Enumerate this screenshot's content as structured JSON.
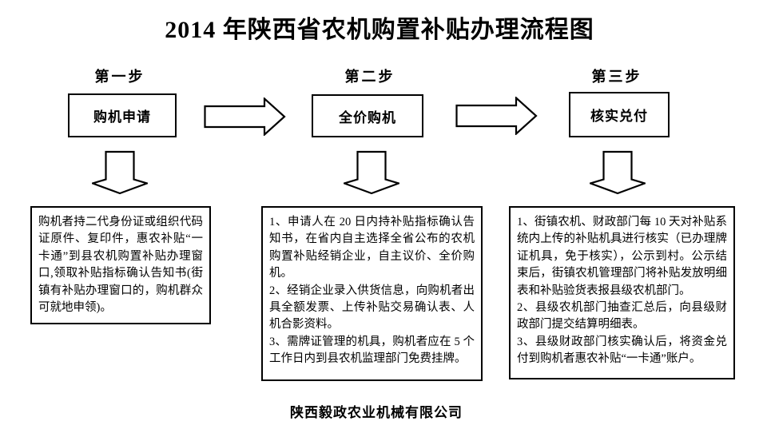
{
  "title": "2014 年陕西省农机购置补贴办理流程图",
  "steps": [
    {
      "label": "第一步",
      "box_label": "购机申请",
      "details": [
        "购机者持二代身份证或组织代码证原件、复印件，惠农补贴“一卡通”到县农机购置补贴办理窗口,领取补贴指标确认告知书(街镇有补贴办理窗口的，购机群众可就地申领)。"
      ]
    },
    {
      "label": "第二步",
      "box_label": "全价购机",
      "details": [
        "1、申请人在 20 日内持补贴指标确认告知书，在省内自主选择全省公布的农机购置补贴经销企业，自主议价、全价购机。",
        "2、经销企业录入供货信息，向购机者出具全额发票、上传补贴交易确认表、人机合影资料。",
        "3、需牌证管理的机具，购机者应在 5 个工作日内到县农机监理部门免费挂牌。"
      ]
    },
    {
      "label": "第三步",
      "box_label": "核实兑付",
      "details": [
        "1、街镇农机、财政部门每 10 天对补贴系统内上传的补贴机具进行核实（已办理牌证机具，免于核实），公示到村。公示结束后，街镇农机管理部门将补贴发放明细表和补贴验货表报县级农机部门。",
        "2、县级农机部门抽查汇总后，向县级财政部门提交结算明细表。",
        "3、县级财政部门核实确认后，将资金兑付到购机者惠农补贴“一卡通”账户。"
      ]
    }
  ],
  "footer": "陕西毅政农业机械有限公司",
  "icons": {
    "arrow_right": "block-arrow-right",
    "arrow_down": "block-arrow-down"
  },
  "colors": {
    "ink": "#000000",
    "background": "#ffffff"
  }
}
